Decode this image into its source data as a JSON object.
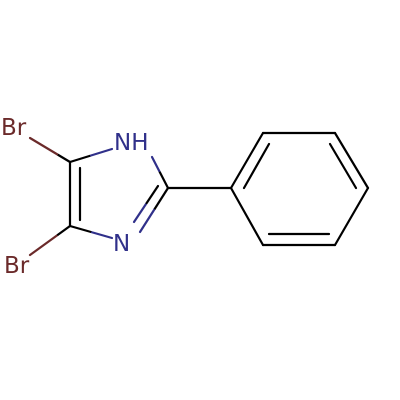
{
  "molecule": {
    "atoms": {
      "br_top": "Br",
      "br_bottom": "Br",
      "nh": "NH",
      "n": "N"
    }
  },
  "colors": {
    "carbon_bond": "#000000",
    "nitrogen": "#30308a",
    "bromine": "#6b2a2a"
  }
}
